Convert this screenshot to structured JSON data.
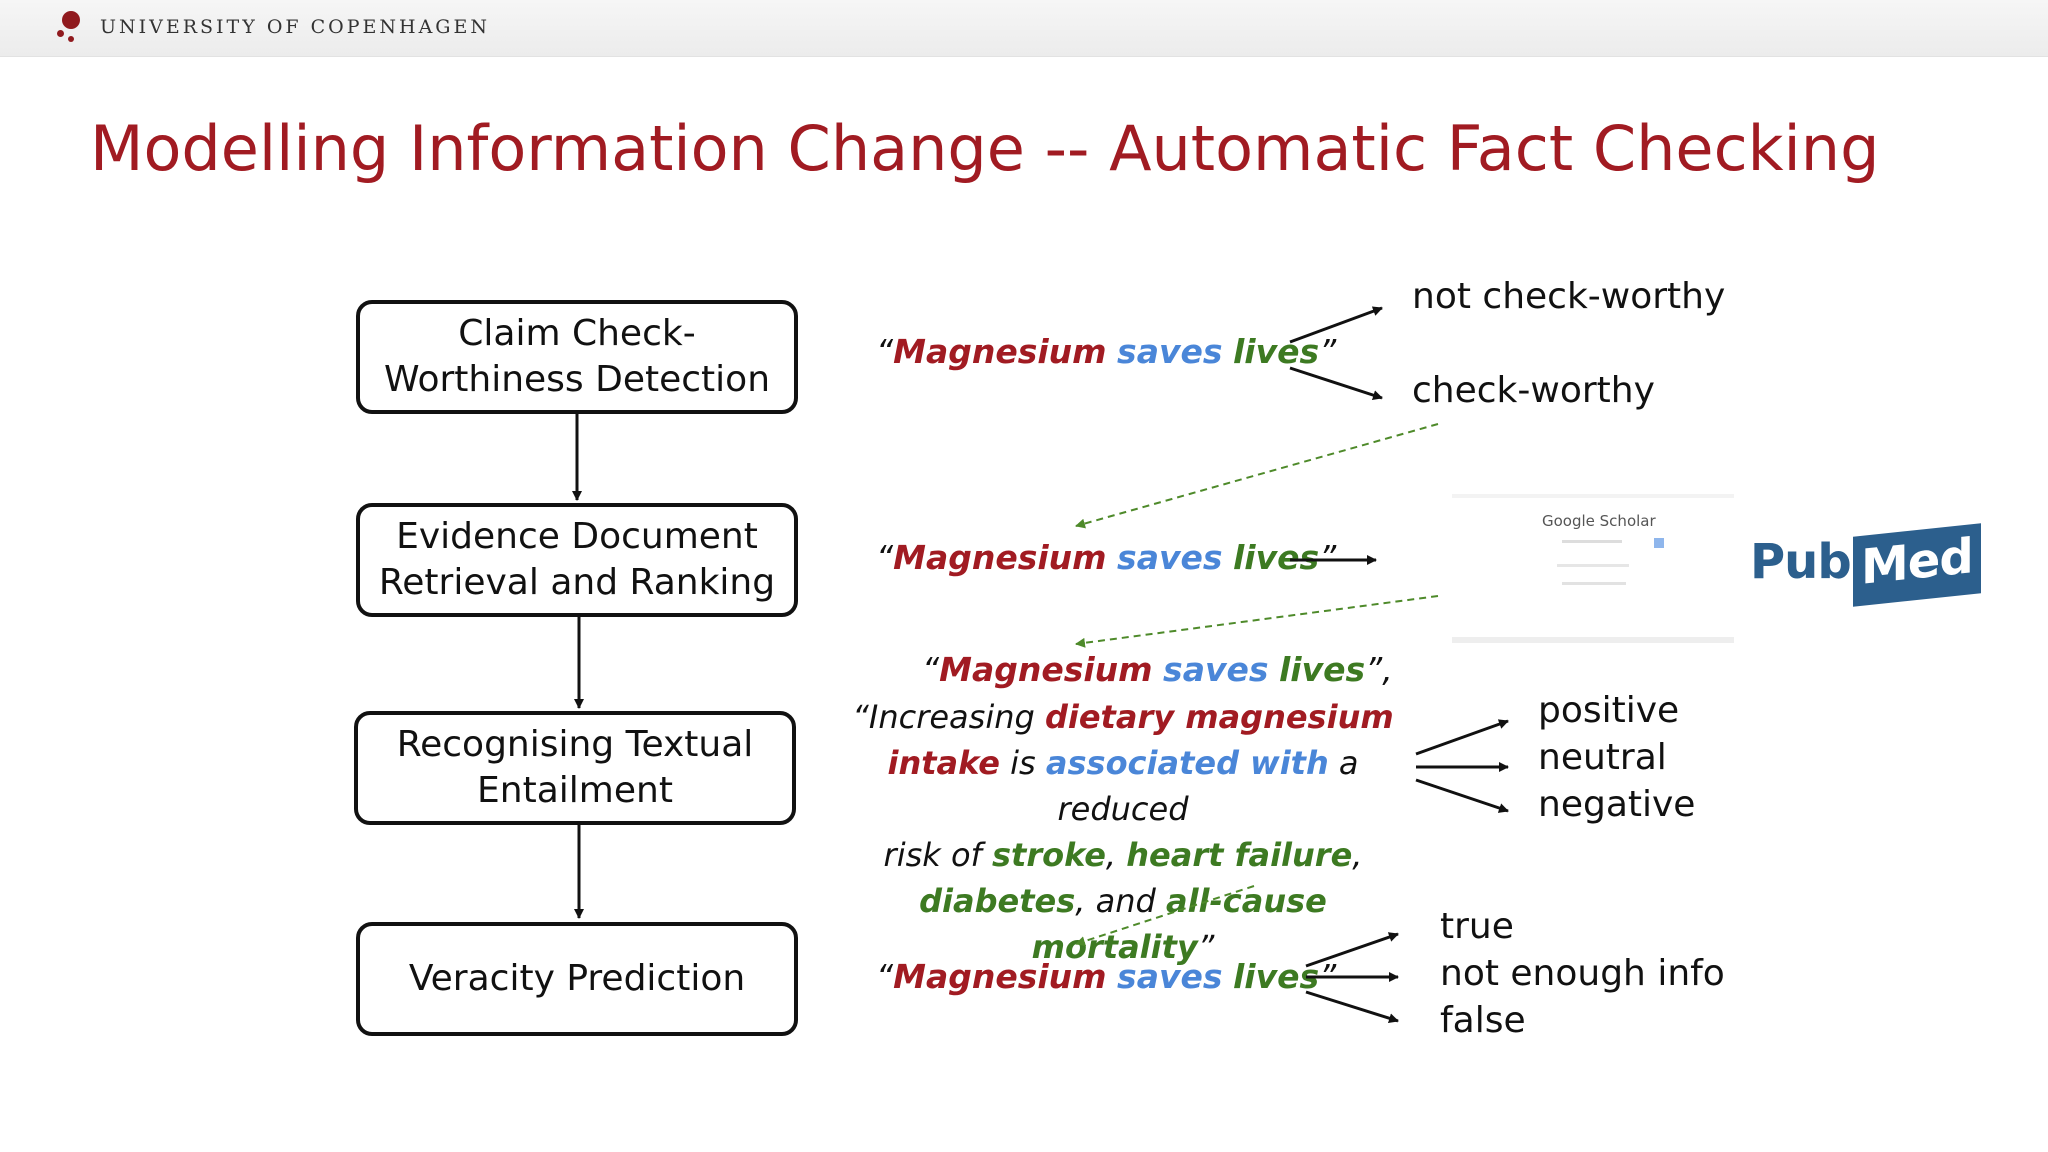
{
  "header": {
    "institution": "UNIVERSITY OF COPENHAGEN"
  },
  "slide": {
    "title": "Modelling Information Change -- Automatic Fact Checking"
  },
  "pipeline": {
    "steps": [
      {
        "line1": "Claim Check-",
        "line2": "Worthiness Detection"
      },
      {
        "line1": "Evidence Document",
        "line2": "Retrieval and Ranking"
      },
      {
        "line1": "Recognising Textual",
        "line2": "Entailment"
      },
      {
        "line1": "Veracity Prediction",
        "line2": ""
      }
    ]
  },
  "claim": {
    "open_quote": "“",
    "w1": "Magnesium",
    "w2": "saves",
    "w3": "lives",
    "close_quote": "”",
    "close_quote_comma": "”,"
  },
  "evidence": {
    "open": "“Increasing ",
    "t1": "dietary magnesium",
    "t2": "intake",
    "t3": " is ",
    "t4": "associated with",
    "t5": " a reduced",
    "t6": "risk of ",
    "t7": "stroke",
    "t8": ", ",
    "t9": "heart failure",
    "t10": ",",
    "t11": "diabetes",
    "t12": ", and ",
    "t13": "all-cause mortality",
    "close": "”"
  },
  "outcomes": {
    "check_worthiness": [
      "not check-worthy",
      "check-worthy"
    ],
    "entailment": [
      "positive",
      "neutral",
      "negative"
    ],
    "veracity": [
      "true",
      "not enough info",
      "false"
    ]
  },
  "sources": {
    "scholar": "Google Scholar",
    "pubmed_a": "Pub",
    "pubmed_b": "Med"
  },
  "colors": {
    "title": "#a11b22",
    "entity": "#a11b22",
    "relation": "#4a86d8",
    "attribute": "#3d7a22",
    "dashed_arrow": "#4e8a2a"
  }
}
